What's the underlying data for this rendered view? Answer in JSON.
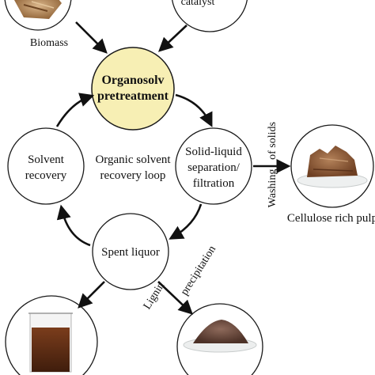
{
  "nodes": {
    "biomass_label": "Biomass",
    "catalyst_label": "catalyst",
    "pretreatment_line1": "Organosolv",
    "pretreatment_line2": "pretreatment",
    "solvent_line1": "Solvent",
    "solvent_line2": "recovery",
    "loop_line1": "Organic solvent",
    "loop_line2": "recovery loop",
    "separation_line1": "Solid-liquid",
    "separation_line2": "separation/",
    "separation_line3": "filtration",
    "spent_liquor": "Spent liquor",
    "pulp_label": "Cellulose rich pulp"
  },
  "edges": {
    "washing_line1": "Washing",
    "washing_line2": "of solids",
    "lignin_line1": "Lignin",
    "lignin_line2": "precipitation"
  },
  "colors": {
    "pretreatment_fill": "#f7efb4",
    "node_fill": "#ffffff",
    "stroke": "#1a1a1a",
    "arrow": "#111111",
    "biomass_photo": "#b98a5c",
    "pulp_photo": "#8a5a38",
    "liquor_photo": "#5a2e17",
    "lignin_photo": "#6b4b3e"
  },
  "icons": {
    "biomass": "wood-chips-photo",
    "catalyst": "catalyst-node",
    "pulp": "cellulose-pulp-photo",
    "liquor": "liquor-beaker-photo",
    "lignin": "lignin-powder-photo"
  }
}
